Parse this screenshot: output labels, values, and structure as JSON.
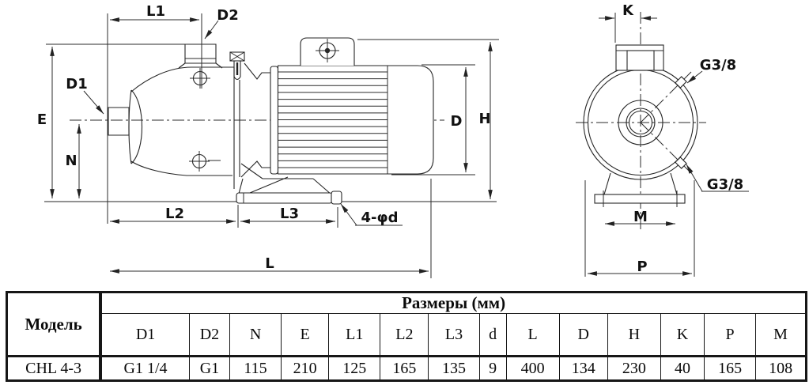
{
  "drawing": {
    "side_view": {
      "dim_labels": {
        "E": "E",
        "N": "N",
        "D1": "D1",
        "D2": "D2",
        "L1": "L1",
        "L2": "L2",
        "L3": "L3",
        "L": "L",
        "D": "D",
        "H": "H",
        "bolt_holes": "4-φd"
      }
    },
    "front_view": {
      "dim_labels": {
        "K": "K",
        "M": "M",
        "P": "P",
        "plug_top": "G3/8",
        "plug_bottom": "G3/8"
      }
    }
  },
  "table": {
    "model_header": "Модель",
    "size_header": "Размеры (мм)",
    "columns": [
      "D1",
      "D2",
      "N",
      "E",
      "L1",
      "L2",
      "L3",
      "d",
      "L",
      "D",
      "H",
      "K",
      "P",
      "M"
    ],
    "row": {
      "model": "CHL 4-3",
      "values": [
        "G1 1/4",
        "G1",
        "115",
        "210",
        "125",
        "165",
        "135",
        "9",
        "400",
        "134",
        "230",
        "40",
        "165",
        "108"
      ]
    }
  }
}
